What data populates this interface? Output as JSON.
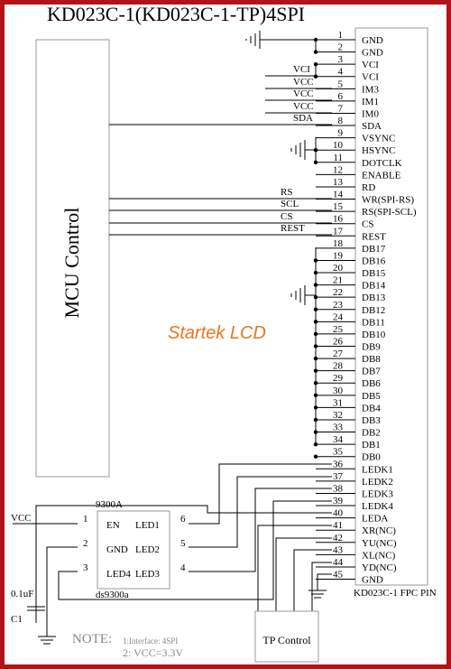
{
  "title": "KD023C-1(KD023C-1-TP)4SPI",
  "mcu_label": "MCU Control",
  "watermark": "Startek LCD",
  "fpc_label": "KD023C-1 FPC PIN",
  "pins": [
    {
      "num": "1",
      "name": "GND"
    },
    {
      "num": "2",
      "name": "GND"
    },
    {
      "num": "3",
      "name": "VCI"
    },
    {
      "num": "4",
      "name": "VCI"
    },
    {
      "num": "5",
      "name": "IM3"
    },
    {
      "num": "6",
      "name": "IM1"
    },
    {
      "num": "7",
      "name": "IM0"
    },
    {
      "num": "8",
      "name": "SDA"
    },
    {
      "num": "9",
      "name": "VSYNC"
    },
    {
      "num": "10",
      "name": "HSYNC"
    },
    {
      "num": "11",
      "name": "DOTCLK"
    },
    {
      "num": "12",
      "name": "ENABLE"
    },
    {
      "num": "13",
      "name": "RD"
    },
    {
      "num": "14",
      "name": "WR(SPI-RS)"
    },
    {
      "num": "15",
      "name": "RS(SPI-SCL)"
    },
    {
      "num": "16",
      "name": "CS"
    },
    {
      "num": "17",
      "name": "REST"
    },
    {
      "num": "18",
      "name": "DB17"
    },
    {
      "num": "19",
      "name": "DB16"
    },
    {
      "num": "20",
      "name": "DB15"
    },
    {
      "num": "21",
      "name": "DB14"
    },
    {
      "num": "22",
      "name": "DB13"
    },
    {
      "num": "23",
      "name": "DB12"
    },
    {
      "num": "24",
      "name": "DB11"
    },
    {
      "num": "25",
      "name": "DB10"
    },
    {
      "num": "26",
      "name": "DB9"
    },
    {
      "num": "27",
      "name": "DB8"
    },
    {
      "num": "28",
      "name": "DB7"
    },
    {
      "num": "29",
      "name": "DB6"
    },
    {
      "num": "30",
      "name": "DB5"
    },
    {
      "num": "31",
      "name": "DB4"
    },
    {
      "num": "32",
      "name": "DB3"
    },
    {
      "num": "33",
      "name": "DB2"
    },
    {
      "num": "34",
      "name": "DB1"
    },
    {
      "num": "35",
      "name": "DB0"
    },
    {
      "num": "36",
      "name": "LEDK1"
    },
    {
      "num": "37",
      "name": "LEDK2"
    },
    {
      "num": "38",
      "name": "LEDK3"
    },
    {
      "num": "39",
      "name": "LEDK4"
    },
    {
      "num": "40",
      "name": "LEDA"
    },
    {
      "num": "41",
      "name": "XR(NC)"
    },
    {
      "num": "42",
      "name": "YU(NC)"
    },
    {
      "num": "43",
      "name": "XL(NC)"
    },
    {
      "num": "44",
      "name": "YD(NC)"
    },
    {
      "num": "45",
      "name": "GND"
    }
  ],
  "net_labels": {
    "vci": "VCI",
    "vcc": "VCC",
    "sda": "SDA",
    "rs": "RS",
    "scl": "SCL",
    "cs": "CS",
    "rest": "REST"
  },
  "ic": {
    "name": "9300A",
    "part": "ds9300a",
    "left_pins": [
      {
        "num": "1",
        "name": "EN"
      },
      {
        "num": "2",
        "name": "GND"
      },
      {
        "num": "3",
        "name": "LED4"
      }
    ],
    "right_pins": [
      {
        "num": "6",
        "name": "LED1"
      },
      {
        "num": "5",
        "name": "LED2"
      },
      {
        "num": "4",
        "name": "LED3"
      }
    ]
  },
  "vcc_label": "VCC",
  "cap_value": "0.1uF",
  "cap_ref": "C1",
  "note": {
    "prefix": "NOTE:",
    "line1": "1:Interface: 4SPI",
    "line2": "2: VCC=3.3V"
  },
  "tp_label": "TP Control"
}
